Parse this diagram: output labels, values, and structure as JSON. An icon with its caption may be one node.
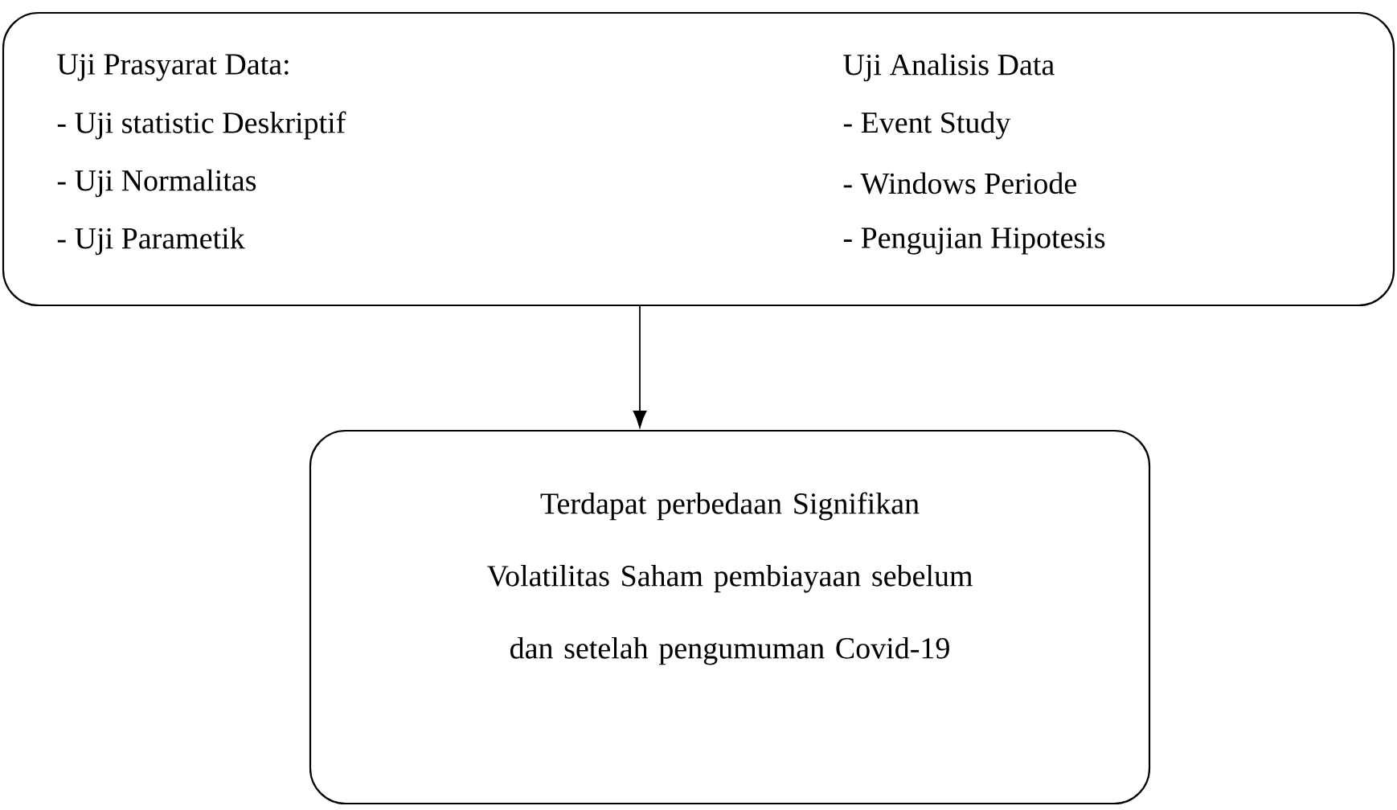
{
  "diagram": {
    "nodes": [
      {
        "text": [
          "Uji Prasyarat Data:",
          "- Uji statistic Deskriptif",
          "- Uji Normalitas",
          "- Uji Parametik",
          "Uji Analisis Data",
          "- Event Study",
          "- Windows Periode",
          "- Pengujian Hipotesis"
        ]
      },
      {
        "text": [
          "Terdapat perbedaan Signifikan Volatilitas Saham pembiayaan sebelum dan setelah pengumuman Covid-19"
        ]
      }
    ],
    "edges": [
      {
        "from": 0,
        "to": 1,
        "arrow": "to"
      }
    ]
  }
}
